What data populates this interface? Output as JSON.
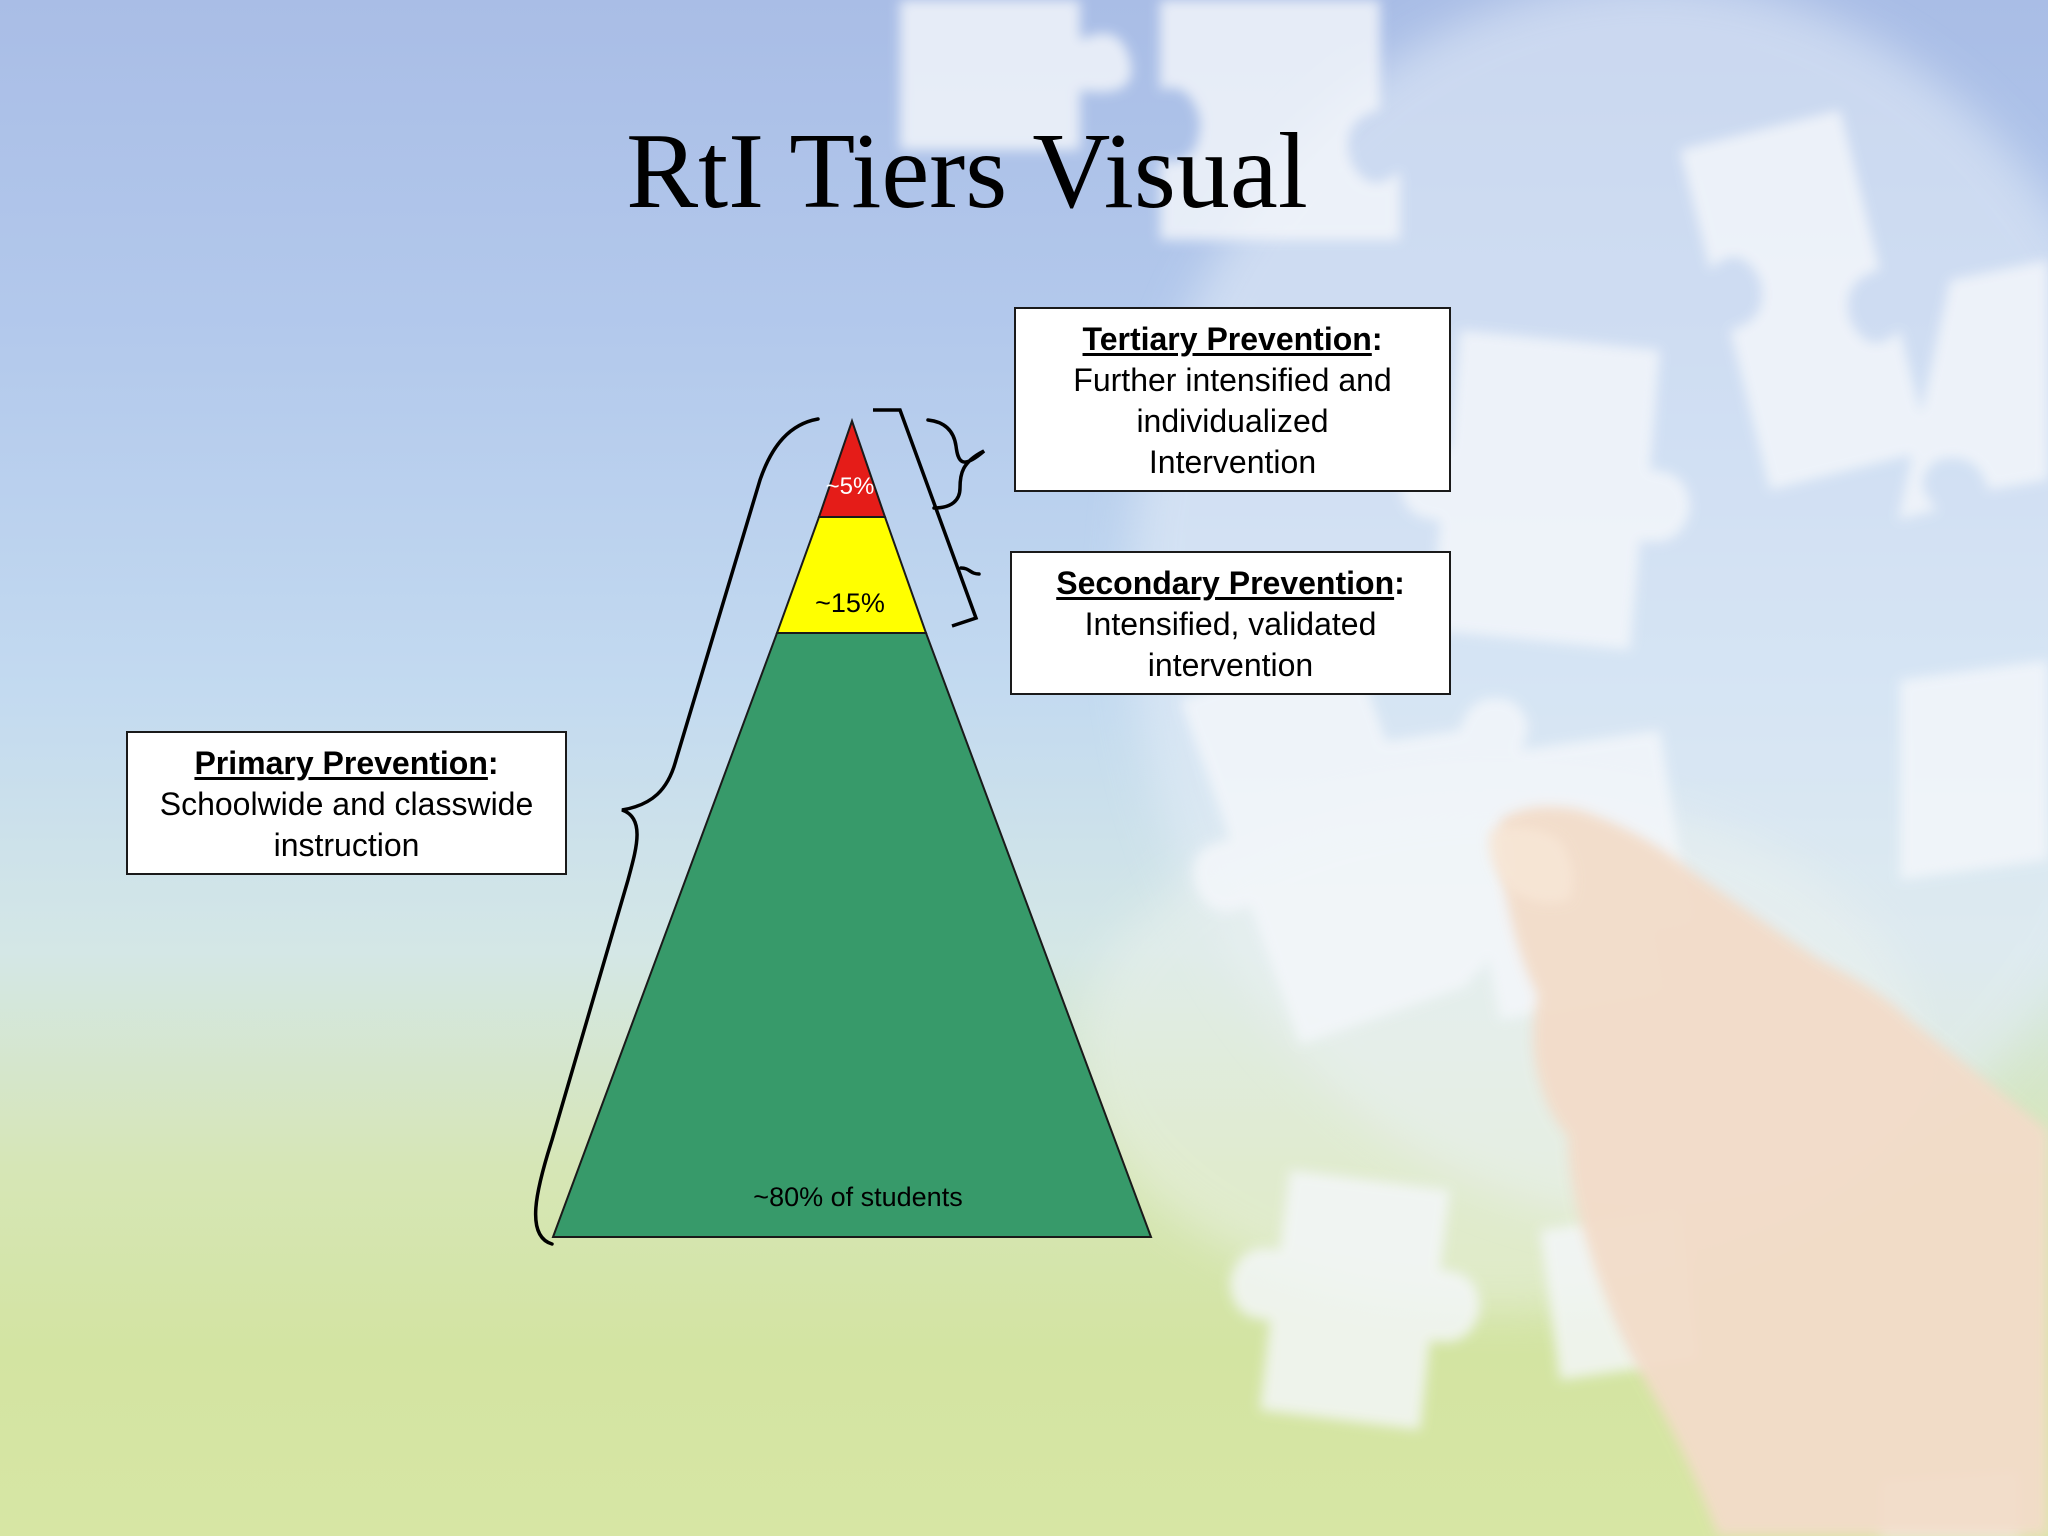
{
  "title": "RtI Tiers Visual",
  "colors": {
    "tertiary": "#e51c18",
    "secondary": "#ffff00",
    "primary": "#379a6a"
  },
  "tiers": {
    "tertiary": {
      "percent_label": "~5%",
      "heading": "Tertiary Prevention",
      "body_lines": [
        "Further intensified and",
        "individualized",
        "Intervention"
      ]
    },
    "secondary": {
      "percent_label": "~15%",
      "heading": "Secondary Prevention",
      "body_lines": [
        "Intensified, validated",
        "intervention"
      ]
    },
    "primary": {
      "percent_label": "~80% of students",
      "heading": "Primary Prevention",
      "body_lines": [
        "Schoolwide and classwide",
        "instruction"
      ]
    }
  }
}
